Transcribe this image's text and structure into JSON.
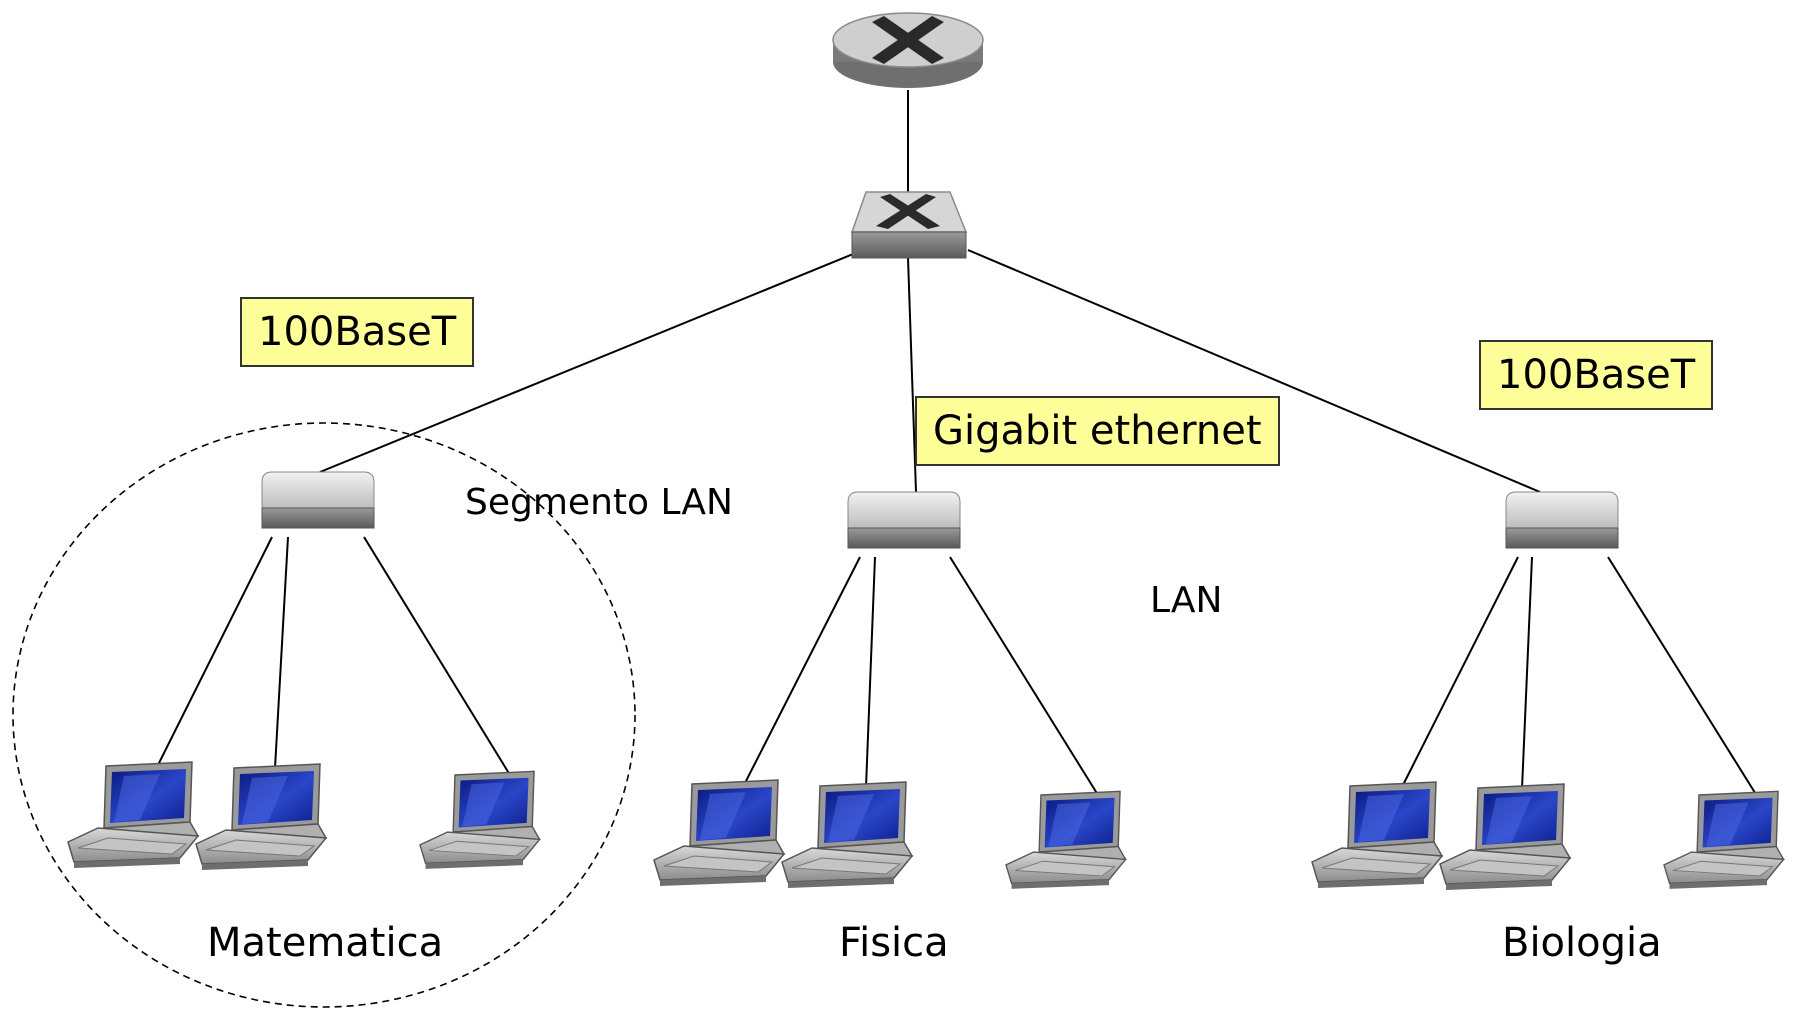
{
  "labels": {
    "speed_left": "100BaseT",
    "speed_center": "Gigabit ethernet",
    "speed_right": "100BaseT",
    "segment": "Segmento LAN",
    "lan": "LAN",
    "dept_left": "Matematica",
    "dept_center": "Fisica",
    "dept_right": "Biologia"
  },
  "devices": {
    "router": "router-icon",
    "core_switch": "switch-icon",
    "hub": "hub-icon",
    "laptop": "laptop-icon"
  },
  "colors": {
    "speed_box": "#ffff99",
    "screen": "#1a2fa0",
    "device": "#a8a8a8"
  }
}
